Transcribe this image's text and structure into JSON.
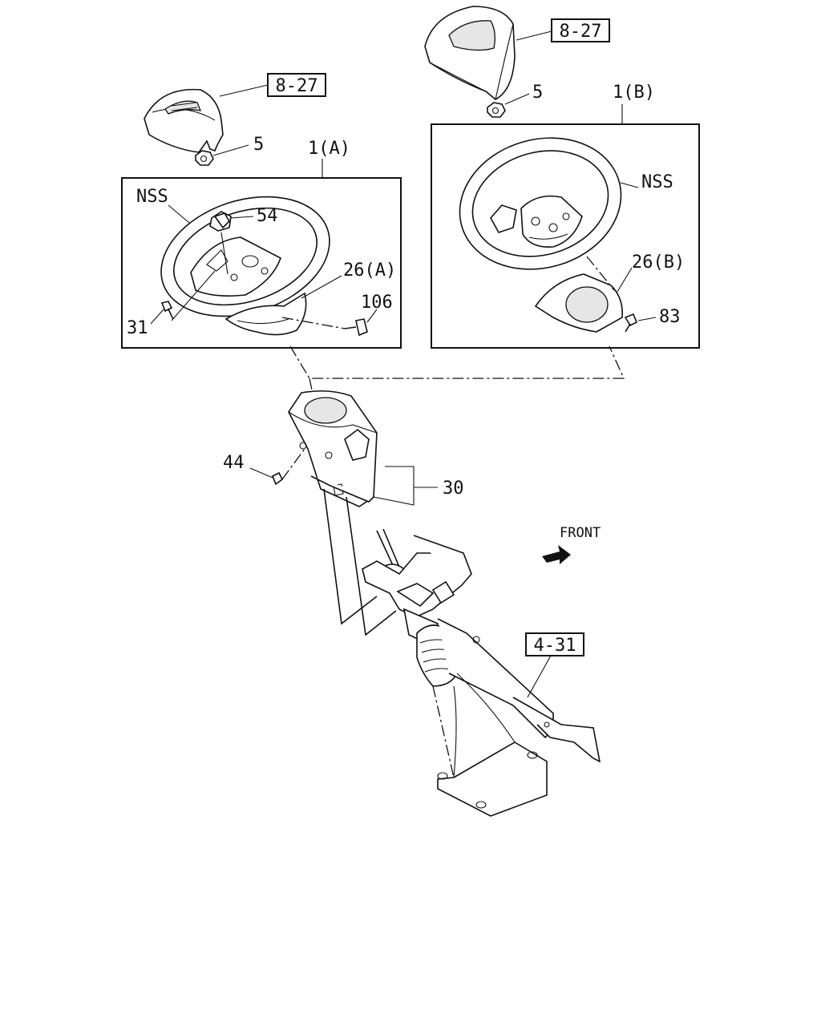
{
  "diagram": {
    "ref_labels": {
      "cover_a_ref": "8-27",
      "cover_b_ref": "8-27",
      "column_ref": "4-31"
    },
    "part_labels": {
      "nut_a": "5",
      "nut_b": "5",
      "wheel_a": "1(A)",
      "wheel_b": "1(B)",
      "nss_a": "NSS",
      "nss_b": "NSS",
      "part_54": "54",
      "part_26a": "26(A)",
      "part_26b": "26(B)",
      "part_106": "106",
      "part_31": "31",
      "part_83": "83",
      "part_44": "44",
      "part_30": "30"
    },
    "direction_label": "FRONT"
  }
}
